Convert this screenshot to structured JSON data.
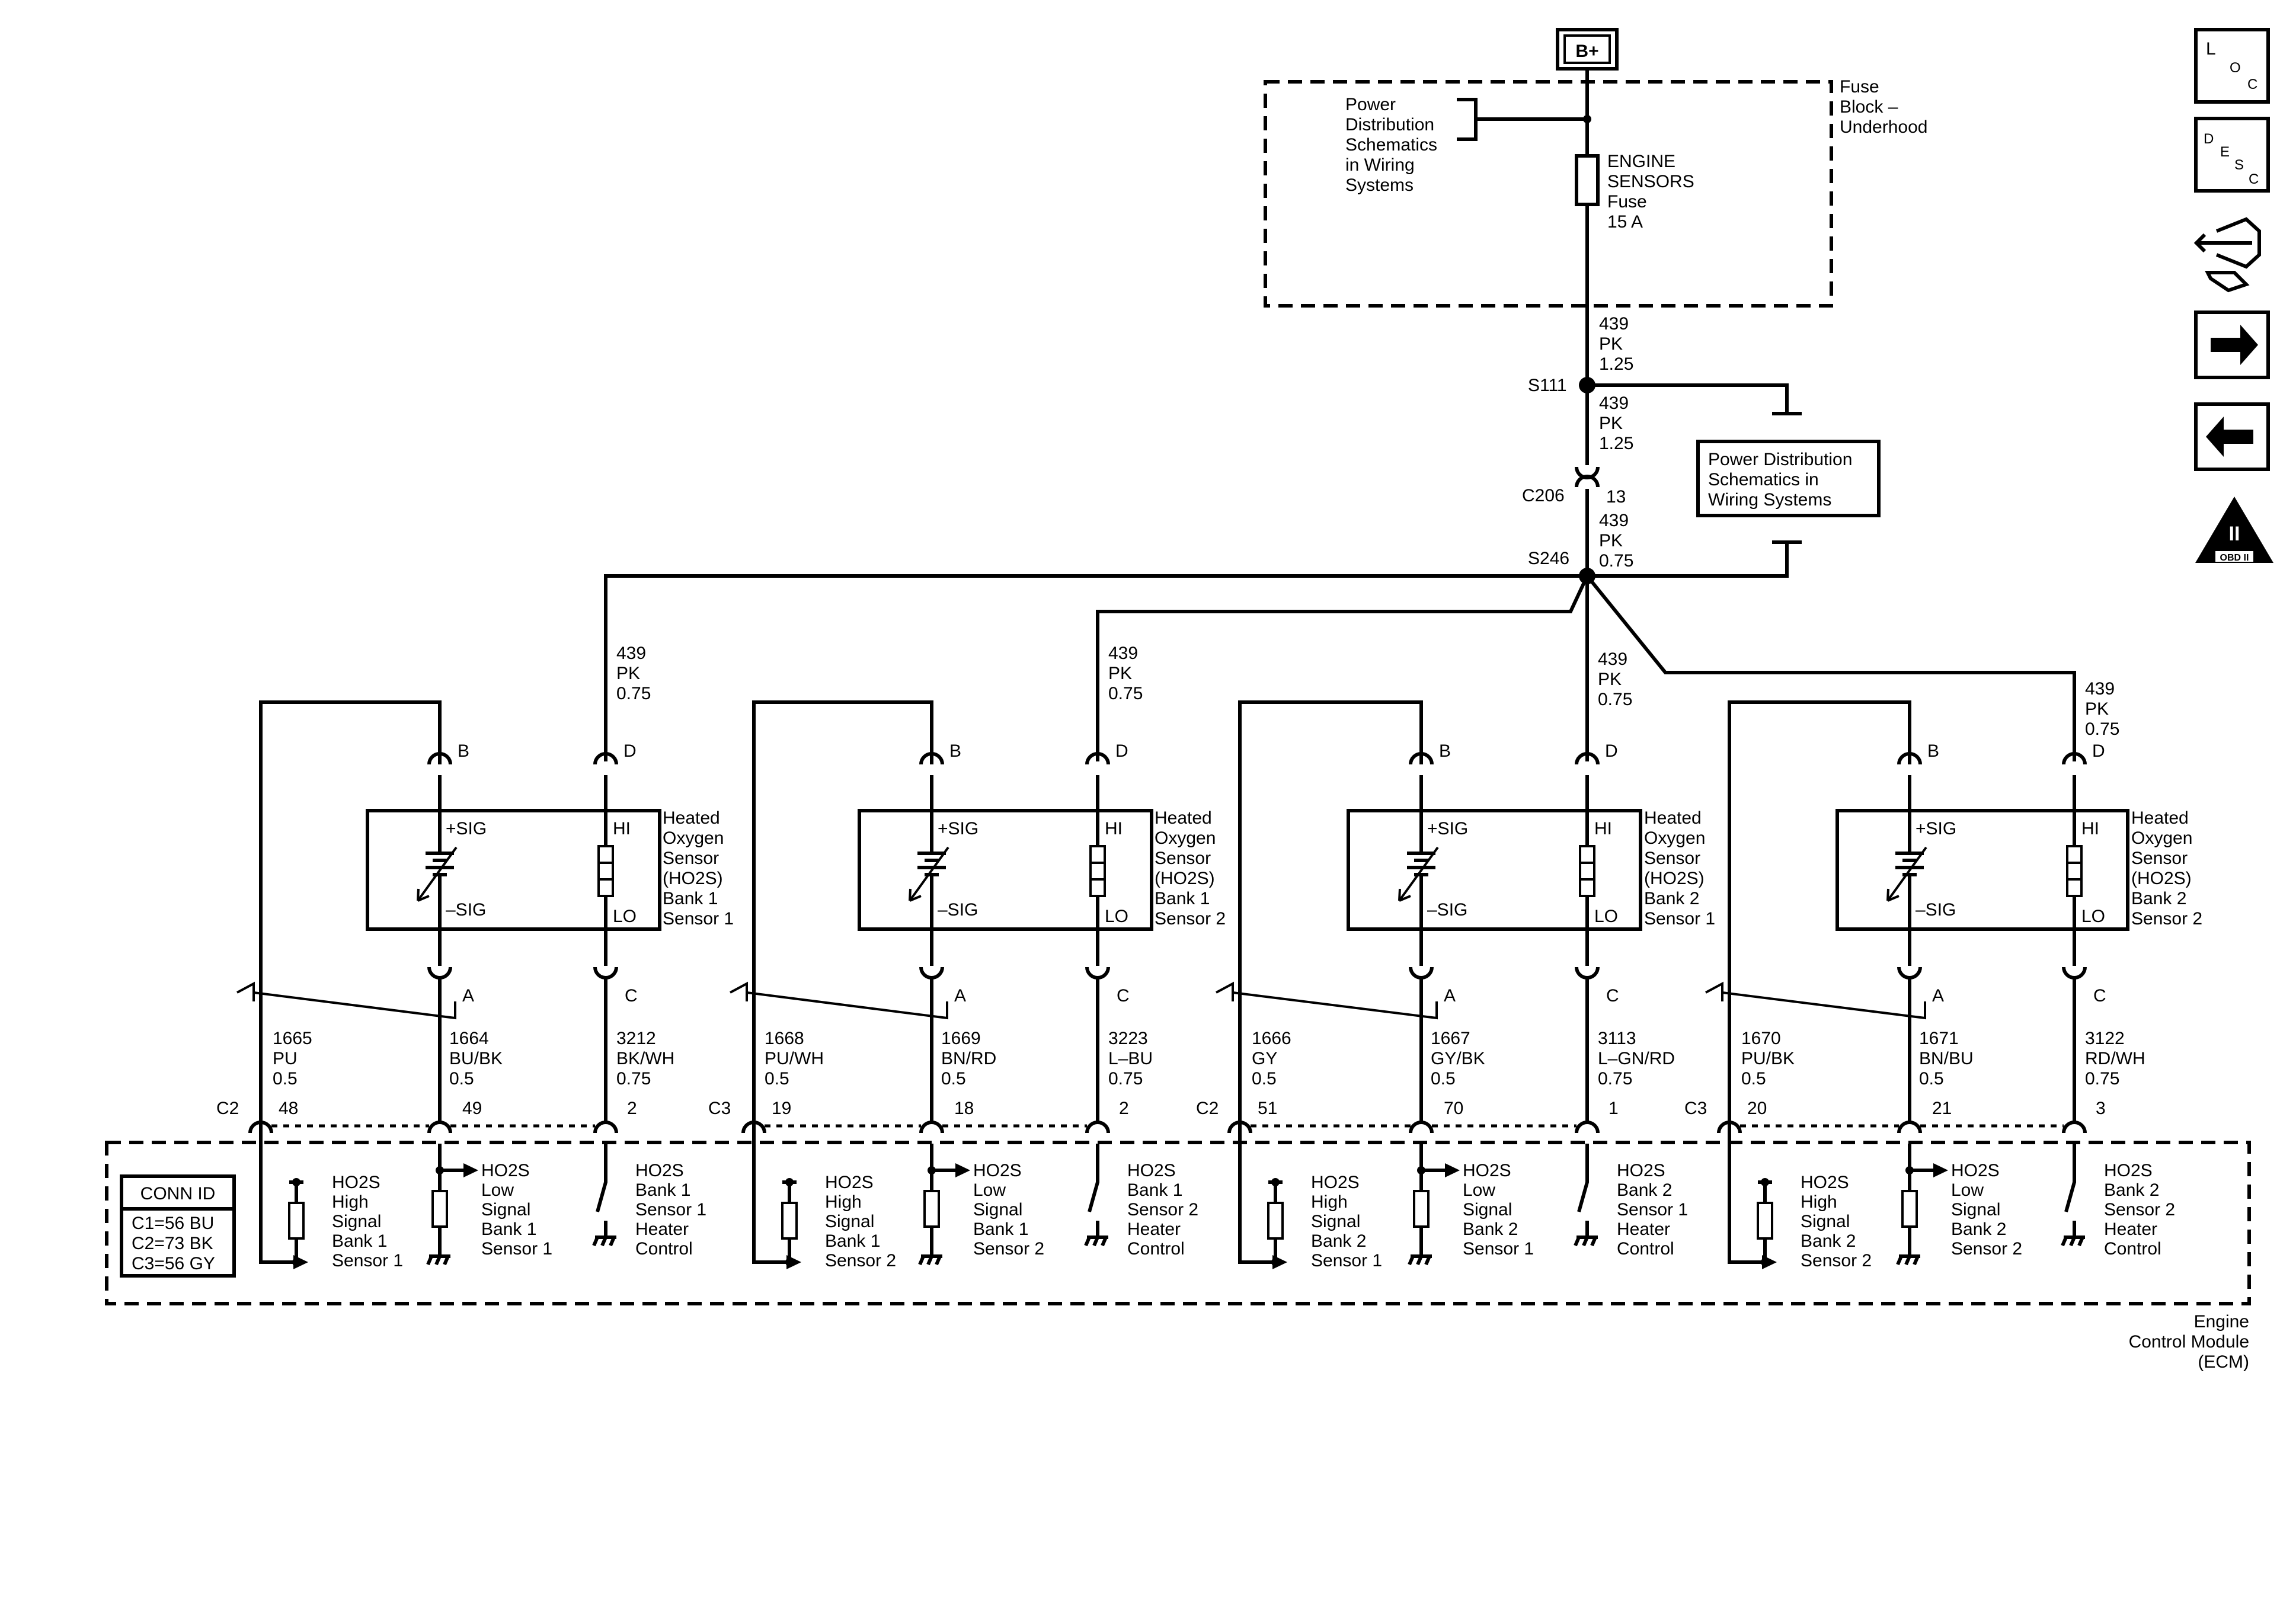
{
  "source": {
    "label": "B+"
  },
  "fuse_block": {
    "title": [
      "Fuse",
      "Block –",
      "Underhood"
    ],
    "ref_text": [
      "Power",
      "Distribution",
      "Schematics",
      "in Wiring",
      "Systems"
    ],
    "fuse_text": [
      "ENGINE",
      "SENSORS",
      "Fuse",
      "15 A"
    ]
  },
  "main_wires": {
    "w1": [
      "439",
      "PK",
      "1.25"
    ],
    "w2": [
      "439",
      "PK",
      "1.25"
    ],
    "w3": [
      "439",
      "PK",
      "0.75"
    ]
  },
  "splices": {
    "s111": "S111",
    "s246": "S246"
  },
  "connector_c206": {
    "name": "C206",
    "pin": "13"
  },
  "power_ref_box": [
    "Power Distribution",
    "Schematics in",
    "Wiring Systems"
  ],
  "sensors": [
    {
      "feed": [
        "439",
        "PK",
        "0.75"
      ],
      "pins": {
        "b": "B",
        "d": "D",
        "a": "A",
        "c": "C"
      },
      "labels": {
        "sig_pos": "+SIG",
        "sig_neg": "–SIG",
        "hi": "HI",
        "lo": "LO"
      },
      "name": [
        "Heated",
        "Oxygen",
        "Sensor",
        "(HO2S)",
        "Bank 1",
        "Sensor 1"
      ],
      "wires": [
        [
          "1665",
          "PU",
          "0.5"
        ],
        [
          "1664",
          "BU/BK",
          "0.5"
        ],
        [
          "3212",
          "BK/WH",
          "0.75"
        ]
      ],
      "ecm_conn": "C2",
      "ecm_pins": [
        "48",
        "49",
        "2"
      ],
      "ecm_labels": {
        "high": [
          "HO2S",
          "High",
          "Signal",
          "Bank 1",
          "Sensor 1"
        ],
        "low": [
          "HO2S",
          "Low",
          "Signal",
          "Bank 1",
          "Sensor 1"
        ],
        "heater": [
          "HO2S",
          "Bank 1",
          "Sensor 1",
          "Heater",
          "Control"
        ]
      }
    },
    {
      "feed": [
        "439",
        "PK",
        "0.75"
      ],
      "pins": {
        "b": "B",
        "d": "D",
        "a": "A",
        "c": "C"
      },
      "labels": {
        "sig_pos": "+SIG",
        "sig_neg": "–SIG",
        "hi": "HI",
        "lo": "LO"
      },
      "name": [
        "Heated",
        "Oxygen",
        "Sensor",
        "(HO2S)",
        "Bank 1",
        "Sensor 2"
      ],
      "wires": [
        [
          "1668",
          "PU/WH",
          "0.5"
        ],
        [
          "1669",
          "BN/RD",
          "0.5"
        ],
        [
          "3223",
          "L–BU",
          "0.75"
        ]
      ],
      "ecm_conn": "C3",
      "ecm_pins": [
        "19",
        "18",
        "2"
      ],
      "ecm_labels": {
        "high": [
          "HO2S",
          "High",
          "Signal",
          "Bank 1",
          "Sensor 2"
        ],
        "low": [
          "HO2S",
          "Low",
          "Signal",
          "Bank 1",
          "Sensor 2"
        ],
        "heater": [
          "HO2S",
          "Bank 1",
          "Sensor 2",
          "Heater",
          "Control"
        ]
      }
    },
    {
      "feed": [
        "439",
        "PK",
        "0.75"
      ],
      "pins": {
        "b": "B",
        "d": "D",
        "a": "A",
        "c": "C"
      },
      "labels": {
        "sig_pos": "+SIG",
        "sig_neg": "–SIG",
        "hi": "HI",
        "lo": "LO"
      },
      "name": [
        "Heated",
        "Oxygen",
        "Sensor",
        "(HO2S)",
        "Bank 2",
        "Sensor 1"
      ],
      "wires": [
        [
          "1666",
          "GY",
          "0.5"
        ],
        [
          "1667",
          "GY/BK",
          "0.5"
        ],
        [
          "3113",
          "L–GN/RD",
          "0.75"
        ]
      ],
      "ecm_conn": "C2",
      "ecm_pins": [
        "51",
        "70",
        "1"
      ],
      "ecm_labels": {
        "high": [
          "HO2S",
          "High",
          "Signal",
          "Bank 2",
          "Sensor 1"
        ],
        "low": [
          "HO2S",
          "Low",
          "Signal",
          "Bank 2",
          "Sensor 1"
        ],
        "heater": [
          "HO2S",
          "Bank 2",
          "Sensor 1",
          "Heater",
          "Control"
        ]
      }
    },
    {
      "feed": [
        "439",
        "PK",
        "0.75"
      ],
      "pins": {
        "b": "B",
        "d": "D",
        "a": "A",
        "c": "C"
      },
      "labels": {
        "sig_pos": "+SIG",
        "sig_neg": "–SIG",
        "hi": "HI",
        "lo": "LO"
      },
      "name": [
        "Heated",
        "Oxygen",
        "Sensor",
        "(HO2S)",
        "Bank 2",
        "Sensor 2"
      ],
      "wires": [
        [
          "1670",
          "PU/BK",
          "0.5"
        ],
        [
          "1671",
          "BN/BU",
          "0.5"
        ],
        [
          "3122",
          "RD/WH",
          "0.75"
        ]
      ],
      "ecm_conn": "C3",
      "ecm_pins": [
        "20",
        "21",
        "3"
      ],
      "ecm_labels": {
        "high": [
          "HO2S",
          "High",
          "Signal",
          "Bank 2",
          "Sensor 2"
        ],
        "low": [
          "HO2S",
          "Low",
          "Signal",
          "Bank 2",
          "Sensor 2"
        ],
        "heater": [
          "HO2S",
          "Bank 2",
          "Sensor 2",
          "Heater",
          "Control"
        ]
      }
    }
  ],
  "conn_id": {
    "title": "CONN ID",
    "rows": [
      "C1=56 BU",
      "C2=73 BK",
      "C3=56 GY"
    ]
  },
  "ecm": {
    "title": [
      "Engine",
      "Control Module",
      "(ECM)"
    ]
  },
  "side_icons": {
    "loc": [
      "L",
      "O",
      "C"
    ],
    "desc": [
      "D",
      "E",
      "S",
      "C"
    ],
    "obd": [
      "II",
      "OBD II"
    ],
    "icon_names": [
      "loc-icon",
      "desc-icon",
      "connector-end-view-icon",
      "next-page-arrow-icon",
      "previous-page-arrow-icon",
      "obd-ii-icon"
    ]
  }
}
